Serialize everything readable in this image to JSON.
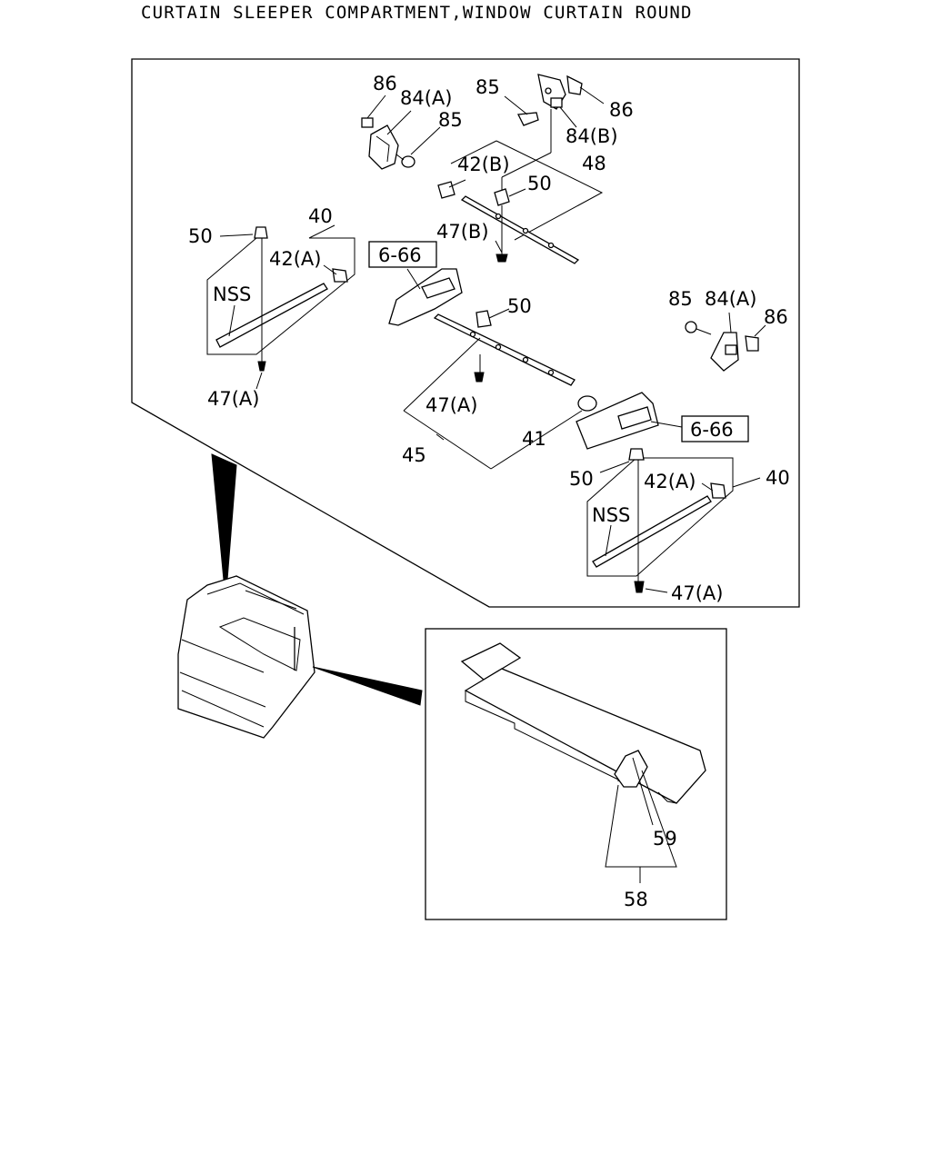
{
  "title": "CURTAIN SLEEPER COMPARTMENT,WINDOW CURTAIN ROUND",
  "callouts": {
    "c86_a": "86",
    "c84a_a": "84(A)",
    "c85_a": "85",
    "c85_b": "85",
    "c86_b": "86",
    "c84b": "84(B)",
    "c42b": "42(B)",
    "c48": "48",
    "c50_a": "50",
    "c47b": "47(B)",
    "c50_b": "50",
    "c40_a": "40",
    "c42a_a": "42(A)",
    "nss_a": "NSS",
    "c47a_a": "47(A)",
    "ref_a": "6-66",
    "c50_c": "50",
    "c85_c": "85",
    "c84a_b": "84(A)",
    "c86_c": "86",
    "c47a_b": "47(A)",
    "c41": "41",
    "c45": "45",
    "ref_b": "6-66",
    "c50_d": "50",
    "c42a_b": "42(A)",
    "c40_b": "40",
    "nss_b": "NSS",
    "c47a_c": "47(A)",
    "c59": "59",
    "c58": "58"
  }
}
